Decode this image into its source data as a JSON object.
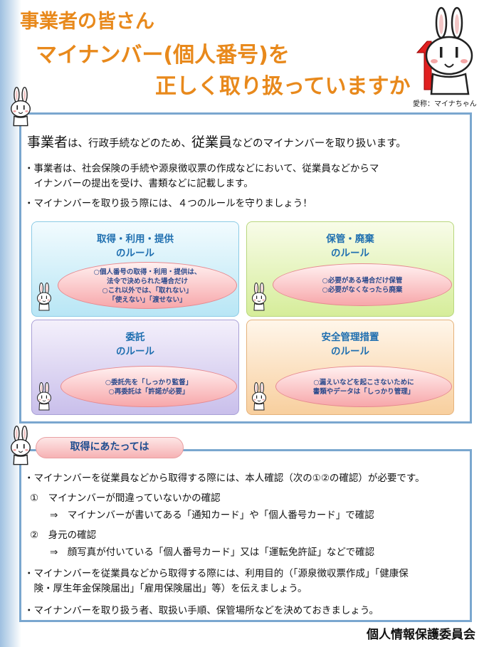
{
  "header": {
    "line1": "事業者の皆さん",
    "line2": "マイナンバー(個人番号)を",
    "line3": "正しく取り扱っていますか",
    "mascot_caption": "愛称：マイナちゃん"
  },
  "intro": {
    "lead_a": "事業者",
    "lead_b": "は、行政手続などのため、",
    "lead_c": "従業員",
    "lead_d": "などのマイナンバーを取り扱います。",
    "bullet1_l1": "・事業者は、社会保険の手続や源泉徴収票の作成などにおいて、従業員などからマ",
    "bullet1_l2": "　イナンバーの提出を受け、書類などに記載します。",
    "bullet2": "・マイナンバーを取り扱う際には、４つのルールを守りましょう！"
  },
  "rules": [
    {
      "title1": "取得・利用・提供",
      "title2": "のルール",
      "lines": [
        "○個人番号の取得・利用・提供は、",
        "法令で決められた場合だけ",
        "○これ以外では、「取れない」",
        "「使えない」「渡せない」"
      ]
    },
    {
      "title1": "保管・廃棄",
      "title2": "のルール",
      "lines": [
        "○必要がある場合だけ保管",
        "○必要がなくなったら廃棄"
      ]
    },
    {
      "title1": "委託",
      "title2": "のルール",
      "lines": [
        "○委託先を「しっかり監督」",
        "○再委託は「許諾が必要」"
      ]
    },
    {
      "title1": "安全管理措置",
      "title2": "のルール",
      "lines": [
        "○漏えいなどを起こさないために",
        "書類やデータは「しっかり管理」"
      ]
    }
  ],
  "acquisition": {
    "tab_label": "取得にあたっては",
    "b1": "・マイナンバーを従業員などから取得する際には、本人確認（次の①②の確認）が必要です。",
    "i1": "①　マイナンバーが間違っていないかの確認",
    "i1s": "⇒　マイナンバーが書いてある「通知カード」や「個人番号カード」で確認",
    "i2": "②　身元の確認",
    "i2s": "⇒　顔写真が付いている「個人番号カード」又は「運転免許証」などで確認",
    "b2_l1": "・マイナンバーを従業員などから取得する際には、利用目的（「源泉徴収票作成」「健康保",
    "b2_l2": "　険・厚生年金保険届出」「雇用保険届出」等）を伝えましょう。",
    "b3": "・マイナンバーを取り扱う者、取扱い手順、保管場所などを決めておきましょう。"
  },
  "footer": {
    "org": "個人情報保護委員会"
  },
  "colors": {
    "title": "#e8891c",
    "frame": "#7aa7cf",
    "rule_title": "#1f6fb0",
    "bubble_text": "#2c4a8c"
  }
}
